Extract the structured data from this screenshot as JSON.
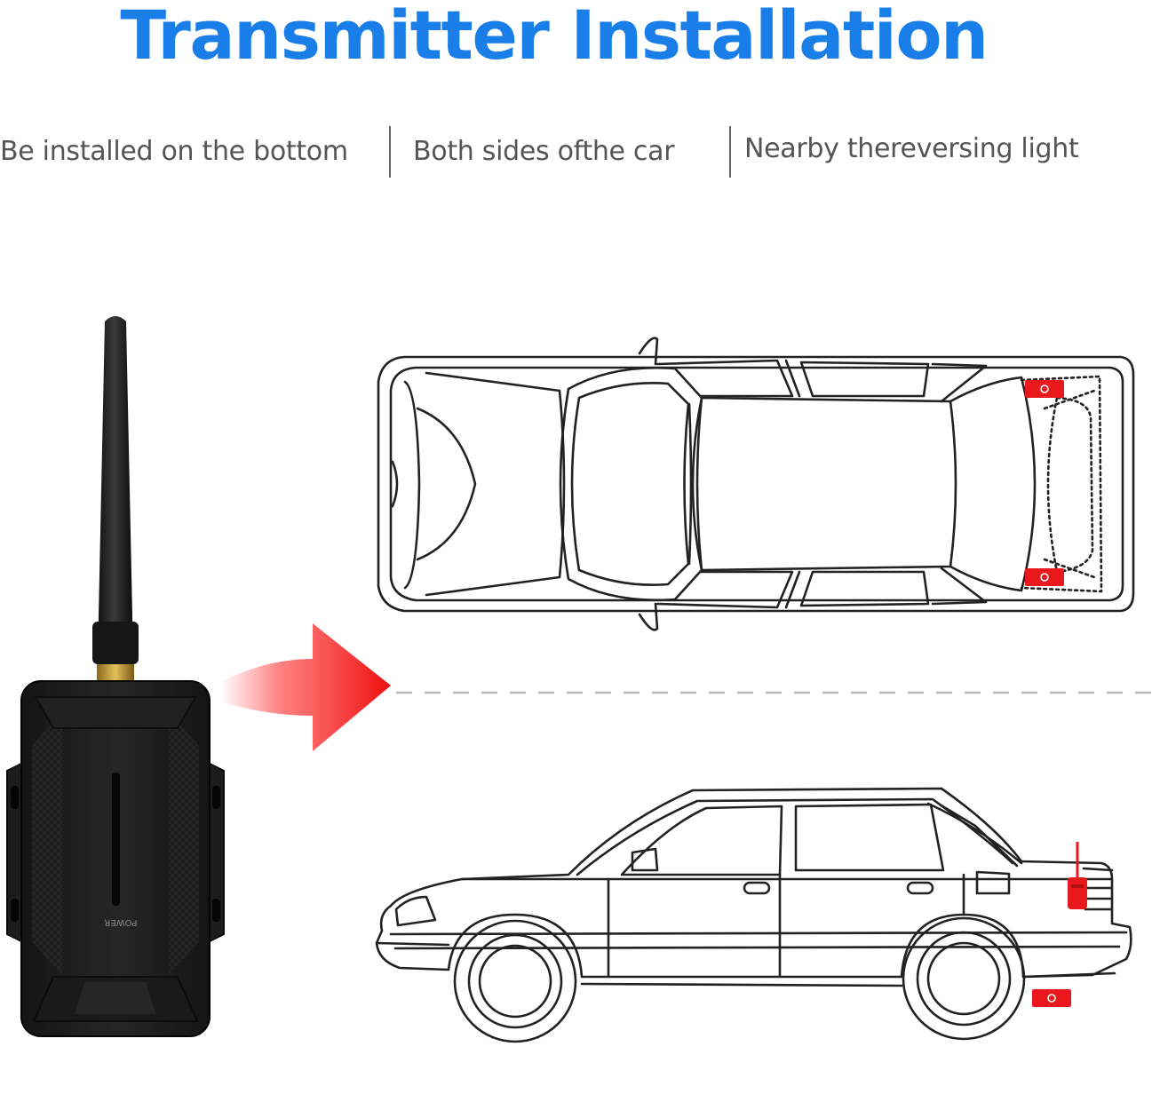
{
  "title": "Transmitter Installation",
  "captions": [
    "Be installed on the bottom",
    "Both sides ofthe car",
    "Nearby thereversing light"
  ],
  "device": {
    "power_label": "POWER"
  },
  "colors": {
    "title_blue": "#1a7ee8",
    "marker_red": "#e8181c",
    "device_black": "#1c1c1c"
  }
}
